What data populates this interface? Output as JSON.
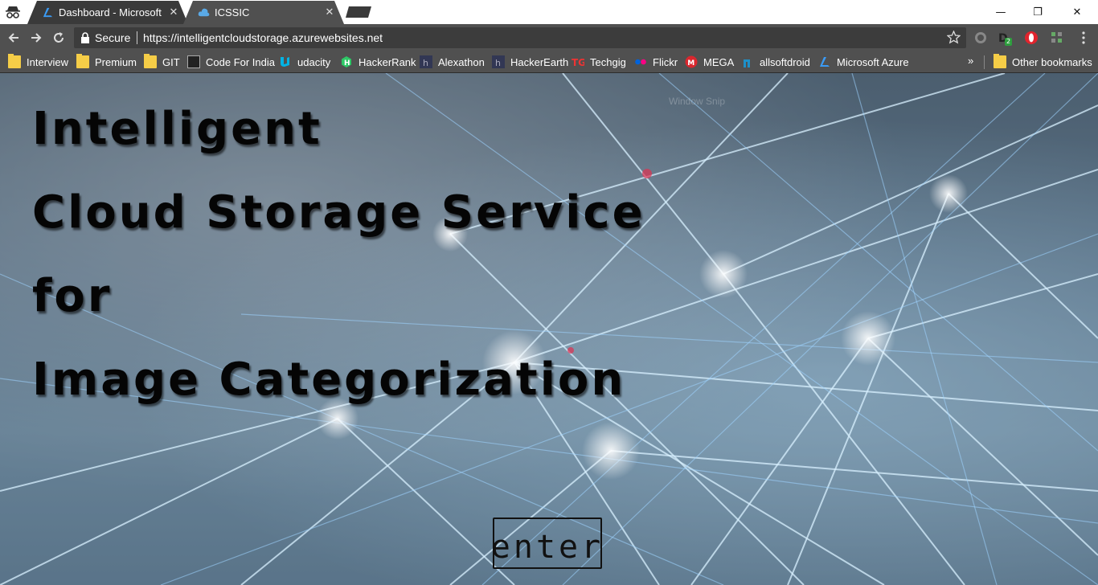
{
  "tabs": [
    {
      "title": "Dashboard - Microsoft Azure",
      "icon": "azure-icon",
      "active": false
    },
    {
      "title": "ICSSIC",
      "icon": "cloud-icon",
      "active": true
    }
  ],
  "window_controls": {
    "minimize": "—",
    "restore": "❐",
    "close": "✕"
  },
  "toolbar": {
    "secure_label": "Secure",
    "url": "https://intelligentcloudstorage.azurewebsites.net",
    "extension_badge": "2"
  },
  "bookmarks": [
    {
      "label": "Interview",
      "icon": "folder-icon"
    },
    {
      "label": "Premium",
      "icon": "folder-icon"
    },
    {
      "label": "GIT",
      "icon": "folder-icon"
    },
    {
      "label": "Code For India",
      "icon": "codeforindia-icon"
    },
    {
      "label": "udacity",
      "icon": "udacity-icon"
    },
    {
      "label": "HackerRank",
      "icon": "hackerrank-icon"
    },
    {
      "label": "Alexathon",
      "icon": "alexathon-icon"
    },
    {
      "label": "HackerEarth",
      "icon": "hackerearth-icon"
    },
    {
      "label": "Techgig",
      "icon": "techgig-icon"
    },
    {
      "label": "Flickr",
      "icon": "flickr-icon"
    },
    {
      "label": "MEGA",
      "icon": "mega-icon"
    },
    {
      "label": "allsoftdroid",
      "icon": "allsoftdroid-icon"
    },
    {
      "label": "Microsoft Azure",
      "icon": "azure-icon"
    }
  ],
  "bookmarks_overflow": "»",
  "other_bookmarks": "Other bookmarks",
  "page": {
    "title_lines": [
      "Intelligent",
      "Cloud Storage Service",
      "for",
      "Image Categorization"
    ],
    "watermark": "Window Snip",
    "enter_label": "enter"
  },
  "colors": {
    "accent": "#0078d4",
    "toolbar": "#505050",
    "folder": "#f5cd47"
  }
}
